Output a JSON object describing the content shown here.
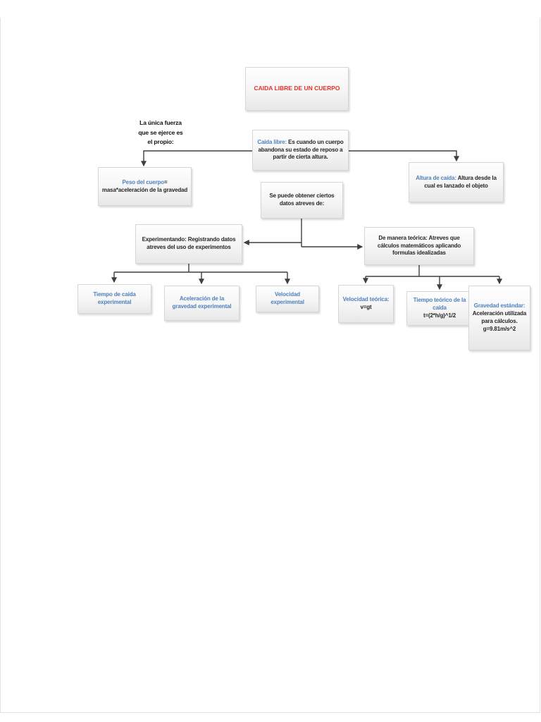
{
  "colors": {
    "accent_blue": "#4f81bd",
    "title_red": "#e5342b",
    "ink": "#262626",
    "connector": "#3f3f3f"
  },
  "title_box": {
    "label": "CAIDA LIBRE DE UN CUERPO"
  },
  "annotation": {
    "text": "La única fuerza\nque se ejerce es\nel propio:"
  },
  "nodes": {
    "caida_libre": {
      "term": "Caída libre:",
      "desc": " Es cuando un cuerpo abandona su estado de reposo a partir de cierta altura."
    },
    "peso": {
      "term": "Peso del cuerpo",
      "desc": "= masa*aceleración de la gravedad"
    },
    "altura": {
      "term": "Altura de caída:",
      "desc": " Altura desde la cual es lanzado el objeto"
    },
    "se_puede": {
      "desc": "Se puede obtener ciertos datos atreves de:"
    },
    "experimental": {
      "desc": "Experimentando: Registrando datos atreves del uso de experimentos"
    },
    "teorica": {
      "desc": "De manera teórica: Atreves que cálculos matemáticos aplicando formulas idealizadas"
    },
    "tiempo_exp": {
      "term": "Tiempo de caída experimental"
    },
    "acel_exp": {
      "term": "Aceleración de la gravedad experimental"
    },
    "vel_exp": {
      "term": "Velocidad experimental"
    },
    "vel_teo": {
      "term": "Velocidad teórica:",
      "formula": "v=gt"
    },
    "tiempo_teo": {
      "term": "Tiempo teórico de la caída",
      "formula": "t=(2*h/g)^1/2"
    },
    "gravedad": {
      "term": "Gravedad estándar:",
      "desc": " Aceleración utilizada para cálculos. g=9.81m/s^2"
    }
  }
}
